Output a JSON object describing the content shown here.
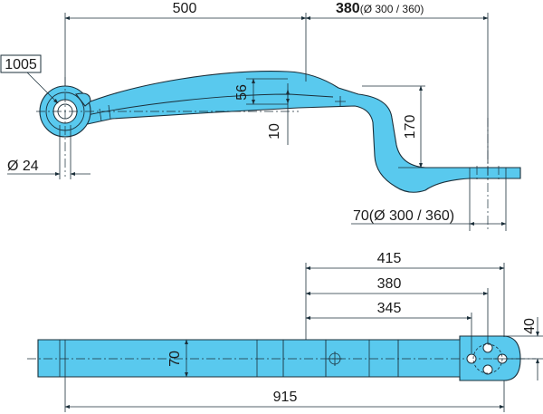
{
  "top_view": {
    "part_number": "1005",
    "dim_length_main": "500",
    "dim_offset": {
      "value": "380",
      "detail": "(Ø 300 / 360)"
    },
    "dim_thickness": "56",
    "dim_step": "10",
    "dim_drop": "170",
    "dim_eye": "Ø 24",
    "dim_end": "70(Ø 300 / 360)"
  },
  "bottom_view": {
    "dim_415": "415",
    "dim_380": "380",
    "dim_345": "345",
    "dim_40": "40",
    "dim_width": "70",
    "dim_total": "915"
  },
  "colors": {
    "part_fill": "#59c9ee",
    "line": "#1b2f3a"
  }
}
